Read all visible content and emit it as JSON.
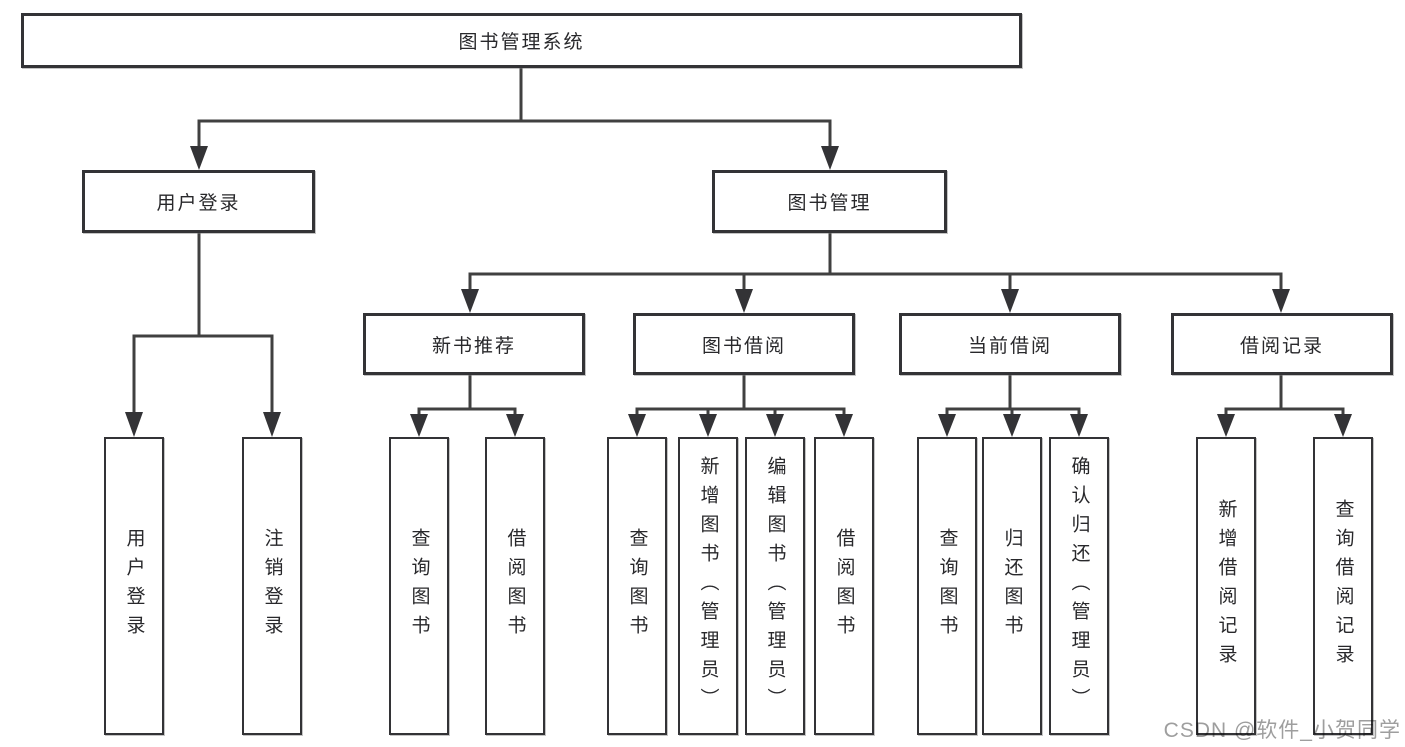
{
  "diagram": {
    "root": {
      "label": "图书管理系统"
    },
    "branches": [
      {
        "label": "用户登录",
        "leaves": [
          {
            "label": "用户登录"
          },
          {
            "label": "注销登录"
          }
        ]
      },
      {
        "label": "图书管理",
        "children": [
          {
            "label": "新书推荐",
            "leaves": [
              {
                "label": "查询图书"
              },
              {
                "label": "借阅图书"
              }
            ]
          },
          {
            "label": "图书借阅",
            "leaves": [
              {
                "label": "查询图书"
              },
              {
                "label": "新增图书（管理员）"
              },
              {
                "label": "编辑图书（管理员）"
              },
              {
                "label": "借阅图书"
              }
            ]
          },
          {
            "label": "当前借阅",
            "leaves": [
              {
                "label": "查询图书"
              },
              {
                "label": "归还图书"
              },
              {
                "label": "确认归还（管理员）"
              }
            ]
          },
          {
            "label": "借阅记录",
            "leaves": [
              {
                "label": "新增借阅记录"
              },
              {
                "label": "查询借阅记录"
              }
            ]
          }
        ]
      }
    ]
  },
  "watermark": {
    "text": "CSDN @软件_小贺同学"
  },
  "colors": {
    "background": "#ffffff",
    "box_border": "#333336",
    "connector_line": "#404040",
    "arrowhead": "#333336",
    "text": "#28282b",
    "watermark_text": "#9e9e9e"
  }
}
